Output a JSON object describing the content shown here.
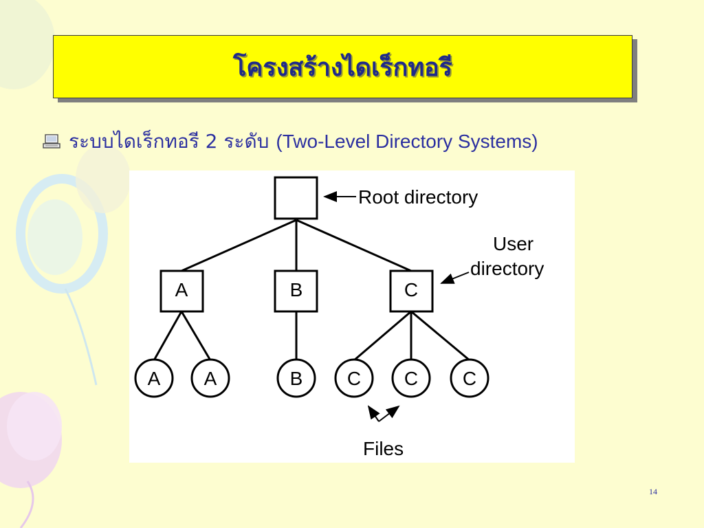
{
  "slide": {
    "title": "โครงสร้างไดเร็กทอรี",
    "bullet": {
      "icon": "computer-icon",
      "thai_text": "ระบบไดเร็กทอรี 2 ระดับ",
      "english_text": "(Two-Level Directory Systems)"
    },
    "page_number": "14"
  },
  "diagram": {
    "root_label": "Root directory",
    "user_label_line1": "User",
    "user_label_line2": "directory",
    "files_label": "Files",
    "user_dirs": [
      "A",
      "B",
      "C"
    ],
    "files": [
      "A",
      "A",
      "B",
      "C",
      "C",
      "C"
    ]
  },
  "colors": {
    "background": "#fdfdd0",
    "title_bar": "#ffff00",
    "title_text": "#1f2a8a",
    "body_text": "#2b2fa0"
  }
}
